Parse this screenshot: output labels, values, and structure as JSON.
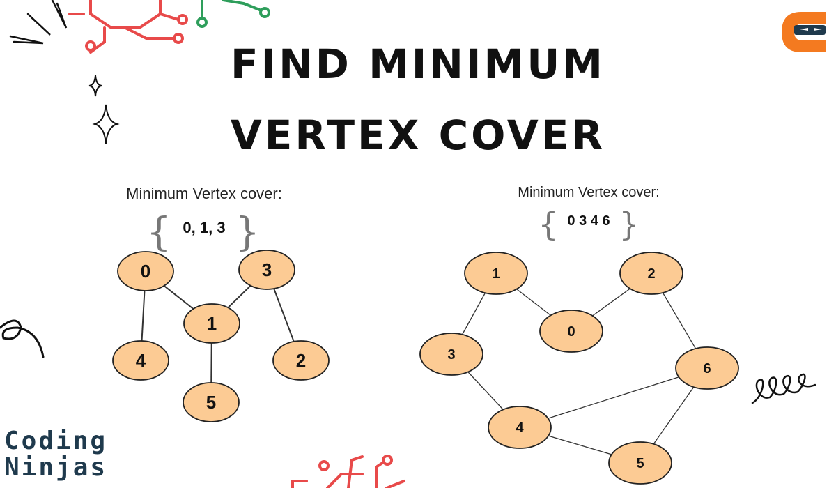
{
  "title": {
    "line1": "Find Minimum",
    "line2": "Vertex Cover"
  },
  "brand": {
    "line1": "Coding",
    "line2": "Ninjas",
    "accent_color": "#F47A20",
    "dark_color": "#1F3A4D"
  },
  "colors": {
    "node_fill": "#FCCB94",
    "node_stroke": "#222222",
    "edge": "#333333",
    "brace": "#777777",
    "circuit_red": "#E84A4A",
    "circuit_green": "#2E9E5B"
  },
  "graphs": [
    {
      "caption": "Minimum Vertex cover:",
      "cover_set": "0, 1, 3",
      "nodes": [
        {
          "id": "0",
          "label": "0"
        },
        {
          "id": "1",
          "label": "1"
        },
        {
          "id": "2",
          "label": "2"
        },
        {
          "id": "3",
          "label": "3"
        },
        {
          "id": "4",
          "label": "4"
        },
        {
          "id": "5",
          "label": "5"
        }
      ],
      "edges": [
        [
          "0",
          "1"
        ],
        [
          "0",
          "4"
        ],
        [
          "1",
          "3"
        ],
        [
          "1",
          "5"
        ],
        [
          "3",
          "2"
        ]
      ]
    },
    {
      "caption": "Minimum Vertex cover:",
      "cover_set": "0 3 4 6",
      "nodes": [
        {
          "id": "0",
          "label": "0"
        },
        {
          "id": "1",
          "label": "1"
        },
        {
          "id": "2",
          "label": "2"
        },
        {
          "id": "3",
          "label": "3"
        },
        {
          "id": "4",
          "label": "4"
        },
        {
          "id": "5",
          "label": "5"
        },
        {
          "id": "6",
          "label": "6"
        }
      ],
      "edges": [
        [
          "1",
          "0"
        ],
        [
          "0",
          "2"
        ],
        [
          "1",
          "3"
        ],
        [
          "3",
          "4"
        ],
        [
          "4",
          "6"
        ],
        [
          "4",
          "5"
        ],
        [
          "6",
          "5"
        ],
        [
          "2",
          "6"
        ]
      ]
    }
  ]
}
